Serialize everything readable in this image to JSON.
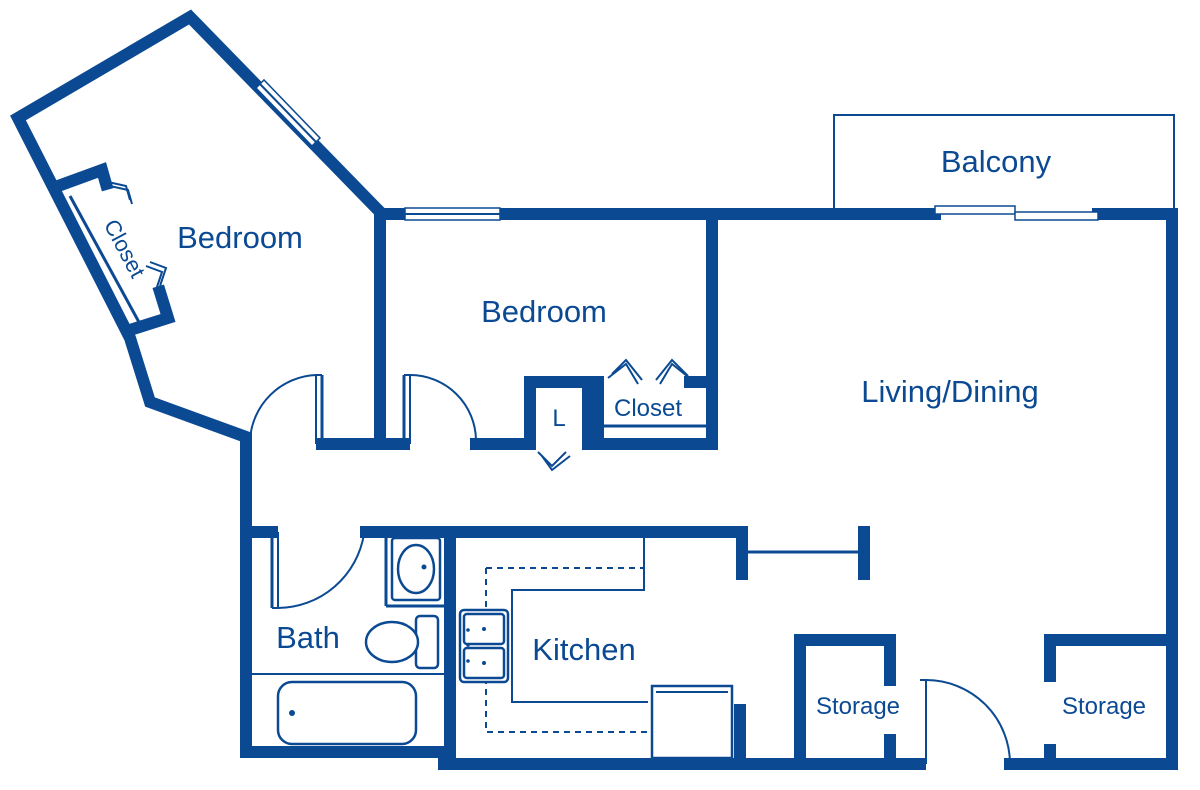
{
  "rooms": {
    "bedroom_1": "Bedroom",
    "closet_1": "Closet",
    "bedroom_2": "Bedroom",
    "closet_2": "Closet",
    "linen": "L",
    "balcony": "Balcony",
    "living_dining": "Living/Dining",
    "bath": "Bath",
    "kitchen": "Kitchen",
    "storage_1": "Storage",
    "storage_2": "Storage"
  },
  "colors": {
    "wall": "#0b4a93",
    "background": "#ffffff"
  }
}
